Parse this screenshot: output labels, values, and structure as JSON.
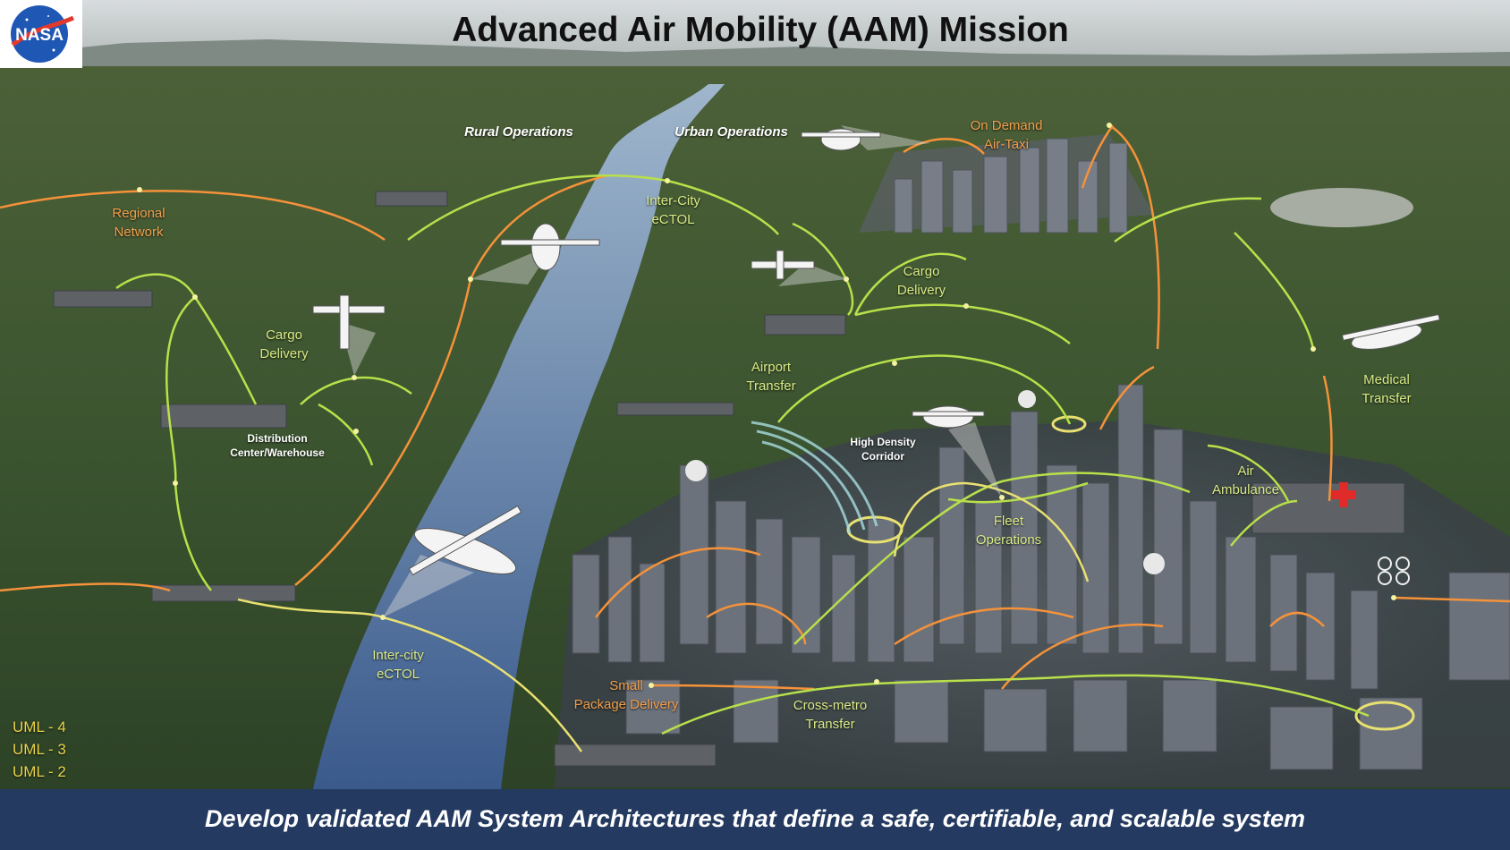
{
  "title": "Advanced Air Mobility (AAM) Mission",
  "logo": {
    "text": "NASA",
    "blue": "#1f57b5",
    "red": "#e03a2e"
  },
  "labels": {
    "rural_operations": "Rural Operations",
    "urban_operations": "Urban Operations",
    "on_demand_air_taxi": "On Demand\nAir-Taxi",
    "regional_network": "Regional\nNetwork",
    "inter_city_ectol_top": "Inter-City\neCTOL",
    "cargo_delivery_left": "Cargo\nDelivery",
    "cargo_delivery_right": "Cargo\nDelivery",
    "distribution_center": "Distribution\nCenter/Warehouse",
    "airport_transfer": "Airport\nTransfer",
    "high_density_corridor": "High Density\nCorridor",
    "medical_transfer": "Medical\nTransfer",
    "air_ambulance": "Air\nAmbulance",
    "fleet_operations": "Fleet\nOperations",
    "inter_city_ectol_bottom": "Inter-city\neCTOL",
    "small_package_delivery": "Small\nPackage Delivery",
    "cross_metro_transfer": "Cross-metro\nTransfer"
  },
  "legend": [
    "UML - 4",
    "UML - 3",
    "UML - 2"
  ],
  "banner": "Develop validated AAM System Architectures that define a safe, certifiable, and scalable system",
  "colors": {
    "orange_route": "#f5923a",
    "green_route": "#b8e04a",
    "yellow_route": "#e8e070",
    "banner": "#243a60",
    "legend": "#e8d24a",
    "ground": "#3e5a30",
    "river": "#4a6a96"
  }
}
